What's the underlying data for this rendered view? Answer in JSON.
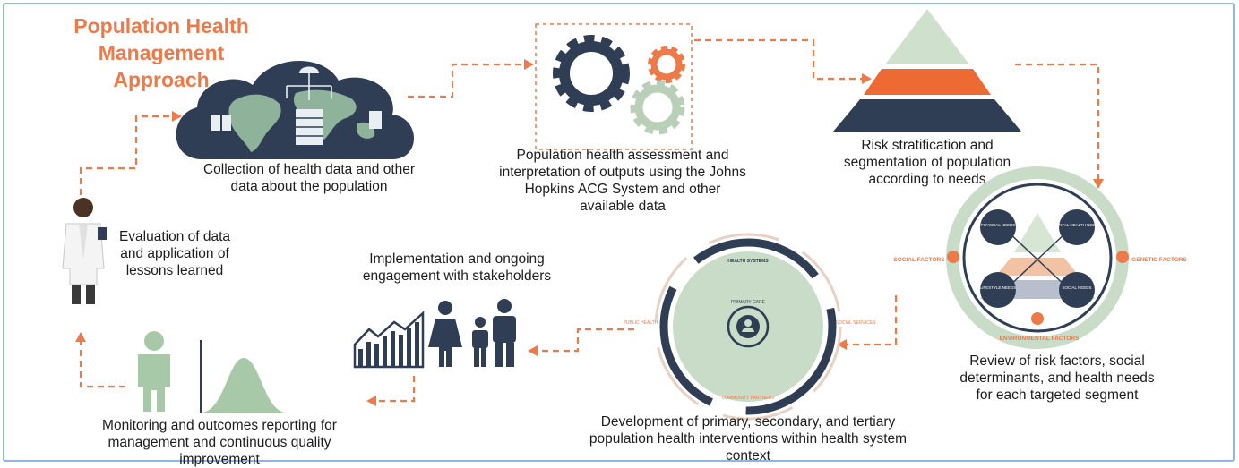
{
  "title": {
    "line1": "Population Health",
    "line2": "Management",
    "line3": "Approach"
  },
  "steps": {
    "collection": "Collection of health data and other data about the population",
    "assessment": "Population health assessment and interpretation of outputs using the Johns Hopkins ACG System and other available data",
    "risk": "Risk stratification and segmentation of population according to needs",
    "review": "Review of risk factors, social determinants, and health needs for each targeted segment",
    "development": "Development of primary, secondary, and tertiary population health interventions within health system context",
    "implementation": "Implementation and ongoing engagement with stakeholders",
    "monitoring": "Monitoring and outcomes reporting for management and continuous quality improvement",
    "evaluation": "Evaluation of data and application of lessons learned"
  },
  "factors_diagram": {
    "social": "SOCIAL FACTORS",
    "genetic": "GENETIC FACTORS",
    "environmental": "ENVIRONMENTAL FACTORS",
    "physical": "PHYSICAL NEEDS",
    "mental": "MENTAL HEALTH NEEDS",
    "lifestyle": "LIFESTYLE NEEDS",
    "social_needs": "SOCIAL NEEDS"
  },
  "system_diagram": {
    "health_systems": "HEALTH SYSTEMS",
    "public_health": "PUBLIC HEALTH",
    "social_services": "SOCIAL SERVICES",
    "community_partners": "COMMUNITY PARTNERS",
    "primary_care": "PRIMARY CARE"
  },
  "colors": {
    "orange": "#ee7a4a",
    "navy": "#2f3e55",
    "sage": "#c9dcc7",
    "green": "#a7c9a7",
    "text": "#1d1d1d"
  }
}
